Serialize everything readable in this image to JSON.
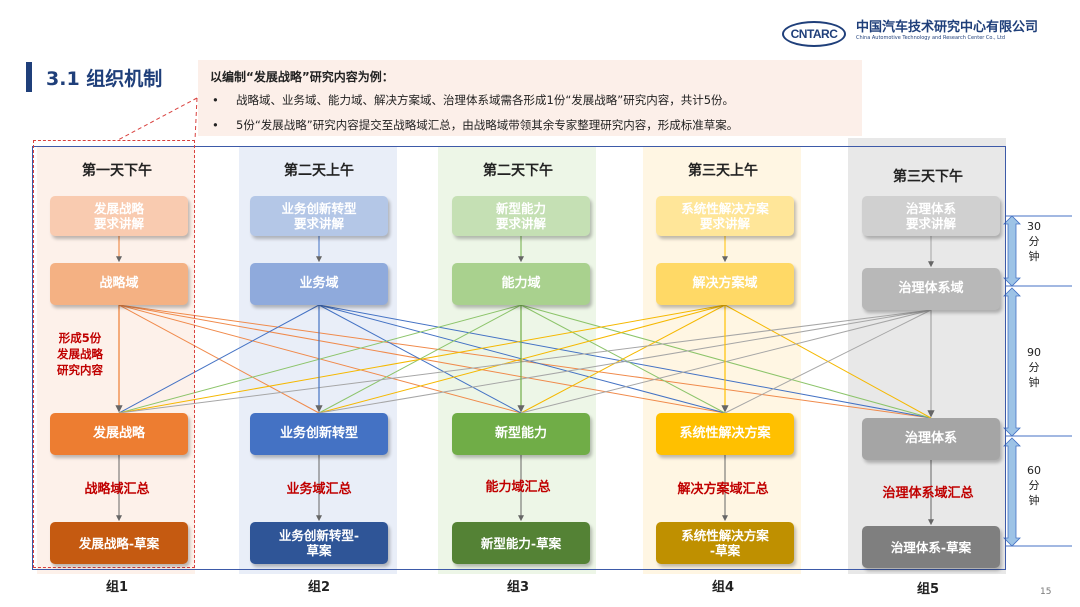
{
  "header": {
    "logo_text": "CNTARC",
    "org_name_cn": "中国汽车技术研究中心有限公司",
    "org_name_en": "China Automotive Technology and Research Center Co., Ltd"
  },
  "title": "3.1 组织机制",
  "note": {
    "heading": "以编制“发展战略”研究内容为例：",
    "bullets": [
      "战略域、业务域、能力域、解决方案域、治理体系域需各形成1份“发展战略”研究内容，共计5份。",
      "5份“发展战略”研究内容提交至战略域汇总，由战略域带领其余专家整理研究内容，形成标准草案。"
    ],
    "bullet_symbol": "•"
  },
  "columns": [
    {
      "id": "c1",
      "header": "第一天下午",
      "intro": "发展战略\n要求讲解",
      "domain": "战略域",
      "output": "发展战略",
      "summary": "战略域汇总",
      "draft": "发展战略-草案",
      "group": "组1",
      "colors": {
        "bg": "#fdf1ea",
        "light": "#f9cbb0",
        "mid": "#f4b183",
        "dark": "#ed7d31",
        "darker": "#c55a11",
        "line": "#f08a4b"
      }
    },
    {
      "id": "c2",
      "header": "第二天上午",
      "intro": "业务创新转型\n要求讲解",
      "domain": "业务域",
      "output": "业务创新转型",
      "summary": "业务域汇总",
      "draft": "业务创新转型-\n草案",
      "group": "组2",
      "colors": {
        "bg": "#e9eef8",
        "light": "#b4c7e7",
        "mid": "#8faadc",
        "dark": "#4472c4",
        "darker": "#2f5597",
        "line": "#4472c4"
      }
    },
    {
      "id": "c3",
      "header": "第二天下午",
      "intro": "新型能力\n要求讲解",
      "domain": "能力域",
      "output": "新型能力",
      "summary": "能力域汇总",
      "draft": "新型能力-草案",
      "group": "组3",
      "colors": {
        "bg": "#edf6e7",
        "light": "#c5e0b4",
        "mid": "#a9d18e",
        "dark": "#70ad47",
        "darker": "#548235",
        "line": "#8cc46a"
      }
    },
    {
      "id": "c4",
      "header": "第三天上午",
      "intro": "系统性解决方案\n要求讲解",
      "domain": "解决方案域",
      "output": "系统性解决方案",
      "summary": "解决方案域汇总",
      "draft": "系统性解决方案\n-草案",
      "group": "组4",
      "colors": {
        "bg": "#fff6e3",
        "light": "#ffe699",
        "mid": "#ffd966",
        "dark": "#ffc000",
        "darker": "#bf9000",
        "line": "#f5b800"
      }
    },
    {
      "id": "c5",
      "header": "第三天下午",
      "intro": "治理体系\n要求讲解",
      "domain": "治理体系域",
      "output": "治理体系",
      "summary": "治理体系域汇总",
      "draft": "治理体系-草案",
      "group": "组5",
      "colors": {
        "bg": "#e8e8e8",
        "light": "#d0d0d0",
        "mid": "#b8b8b8",
        "dark": "#a5a5a5",
        "darker": "#7f7f7f",
        "line": "#a6a6a6"
      }
    }
  ],
  "side_note": "形成5份\n发展战略\n研究内容",
  "timeline": [
    {
      "label": "30\n分\n钟"
    },
    {
      "label": "90\n分\n钟"
    },
    {
      "label": "60\n分\n钟"
    }
  ],
  "page_number": "15"
}
